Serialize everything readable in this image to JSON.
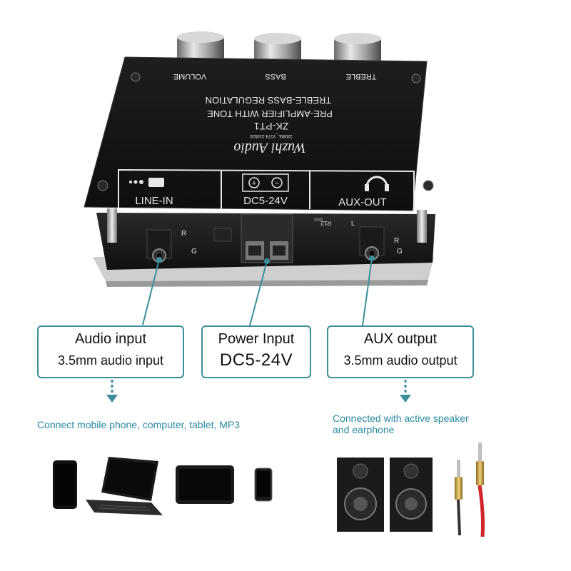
{
  "board": {
    "knobs": [
      "VOLUME",
      "BASS",
      "TREBLE"
    ],
    "brand": "Wuzhi Audio",
    "model": "ZK-PT1",
    "desc_line1": "PRE-AMPLIFIER WITH TONE",
    "desc_line2": "TREBLE-BASS  REGULATION",
    "serial": "23080L_Y274-210020",
    "ports": [
      "LINE-IN",
      "DC5-24V",
      "AUX-OUT"
    ],
    "silk_R": "R",
    "silk_G": "G",
    "silk_L": "L",
    "silk_R12": "R12"
  },
  "callouts": {
    "audio": {
      "title": "Audio input",
      "sub": "3.5mm audio input"
    },
    "power": {
      "title": "Power Input",
      "sub": "DC5-24V"
    },
    "aux": {
      "title": "AUX output",
      "sub": "3.5mm audio output"
    }
  },
  "notes": {
    "left": "Connect mobile phone, computer, tablet, MP3",
    "right_line1": "Connected with active speaker",
    "right_line2": "and earphone"
  },
  "colors": {
    "accent": "#3b8e9a",
    "note_text": "#2a8aa3",
    "board": "#141414"
  },
  "icons": [
    "phone-icon",
    "laptop-icon",
    "tablet-icon",
    "mp3-player-icon",
    "speaker-icon",
    "audio-cable-icon"
  ]
}
